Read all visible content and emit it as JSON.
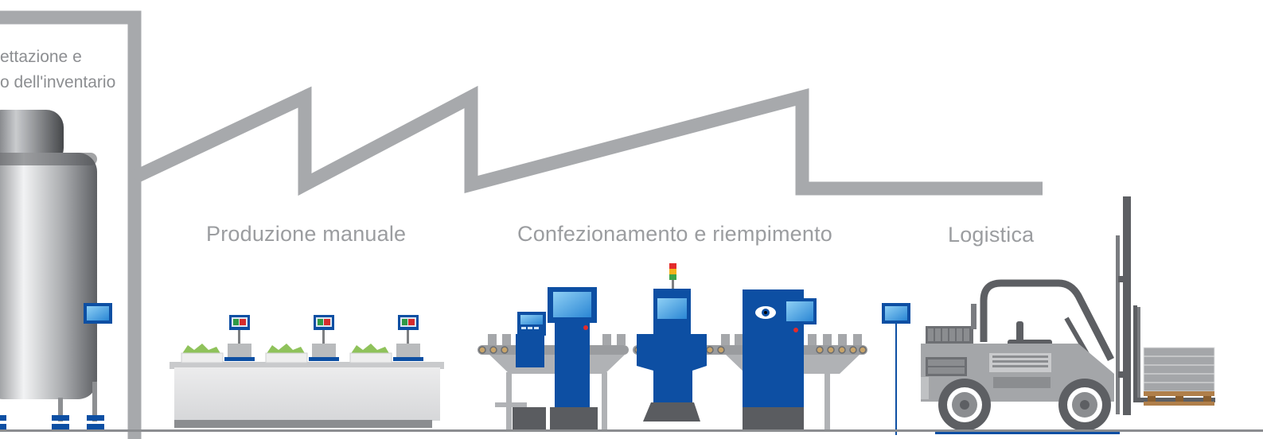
{
  "labels": {
    "inventory_line1": "ettazione e",
    "inventory_line2": "o dell'inventario",
    "manual_production": "Produzione manuale",
    "packaging_filling": "Confezionamento e riempimento",
    "logistics": "Logistica"
  },
  "colors": {
    "roof": "#a7a9ac",
    "equipment_blue": "#0d4fa3",
    "screen_blue": "#3c9be0",
    "tank_gray": "#9a9ca0",
    "table_gray": "#e1e2e3",
    "forklift_gray": "#9fa1a4",
    "pallet_brown": "#b07f4a",
    "text_gray": "#9b9da0"
  },
  "icons": [
    "eye-icon",
    "signal-light-icon",
    "scale-display-icon",
    "terminal-screen-icon"
  ]
}
